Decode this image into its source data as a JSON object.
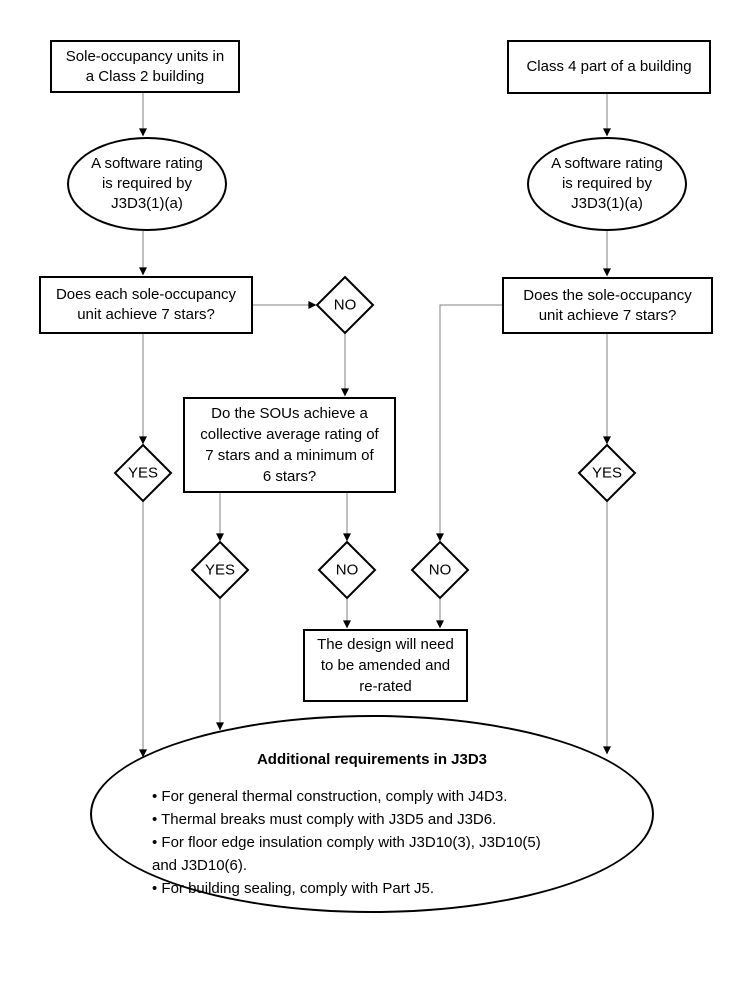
{
  "colors": {
    "background": "#ffffff",
    "shape_border": "#000000",
    "connector_line": "#808080",
    "arrowhead": "#000000",
    "text": "#000000"
  },
  "nodes": {
    "class2": {
      "lines": [
        "Sole-occupancy units in",
        "a Class 2 building"
      ]
    },
    "class4": {
      "lines": [
        "Class 4 part of a building"
      ]
    },
    "rating_left": {
      "lines": [
        "A software rating",
        "is required by",
        "J3D3(1)(a)"
      ]
    },
    "rating_right": {
      "lines": [
        "A software rating",
        "is required by",
        "J3D3(1)(a)"
      ]
    },
    "q_each": {
      "lines": [
        "Does each sole-occupancy",
        "unit achieve 7 stars?"
      ]
    },
    "q_unit": {
      "lines": [
        "Does the sole-occupancy",
        "unit achieve 7 stars?"
      ]
    },
    "q_sous": {
      "lines": [
        "Do the SOUs achieve a",
        "collective average rating of",
        "7 stars and a minimum of",
        "6 stars?"
      ]
    },
    "design": {
      "lines": [
        "The design will need",
        "to be amended and",
        "re-rated"
      ]
    },
    "additional": {
      "title": "Additional requirements in J3D3",
      "bullets": [
        "• For general thermal construction, comply with J4D3.",
        "• Thermal breaks must comply with J3D5 and J3D6.",
        "• For floor edge insulation comply with J3D10(3), J3D10(5)",
        "and J3D10(6).",
        "• For building sealing, comply with Part J5."
      ]
    }
  },
  "decisions": {
    "no1": "NO",
    "yes_left": "YES",
    "yes_mid": "YES",
    "no2": "NO",
    "no3": "NO",
    "yes_right": "YES"
  }
}
